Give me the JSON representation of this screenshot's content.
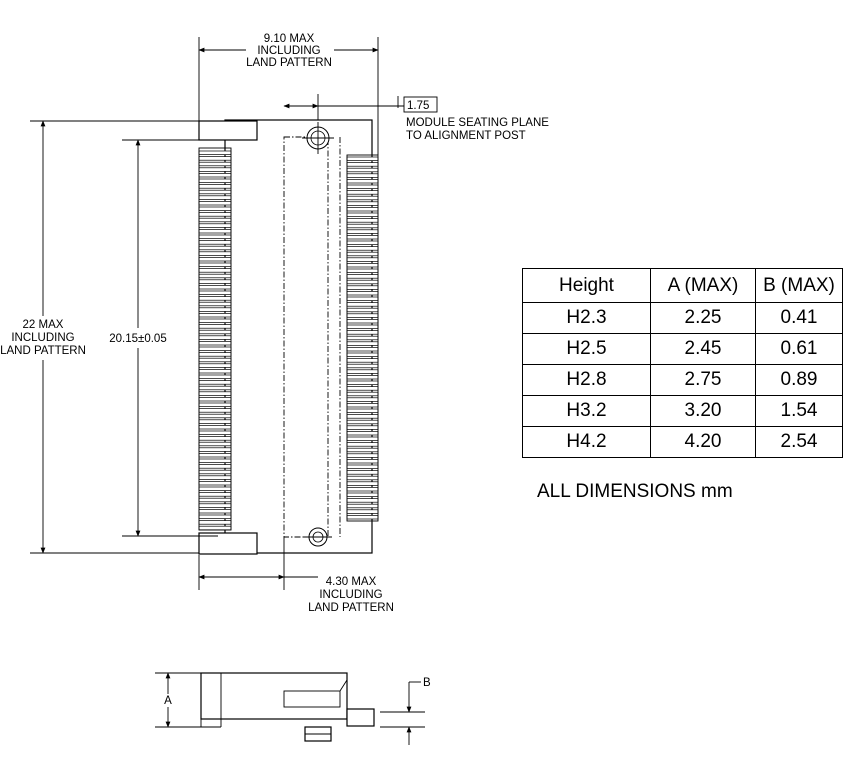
{
  "dimensions": {
    "width_max": [
      "9.10 MAX",
      "INCLUDING",
      "LAND PATTERN"
    ],
    "seating_value": "1.75",
    "seating_note": [
      "MODULE SEATING PLANE",
      "TO ALIGNMENT POST"
    ],
    "height_max": [
      "22 MAX",
      "INCLUDING",
      "LAND PATTERN"
    ],
    "pitch_span": "20.15±0.05",
    "land_width_max": [
      "4.30 MAX",
      "INCLUDING",
      "LAND PATTERN"
    ],
    "side_label_a": "A",
    "side_label_b": "B"
  },
  "table": {
    "headers": [
      "Height",
      "A (MAX)",
      "B (MAX)"
    ],
    "rows": [
      [
        "H2.3",
        "2.25",
        "0.41"
      ],
      [
        "H2.5",
        "2.45",
        "0.61"
      ],
      [
        "H2.8",
        "2.75",
        "0.89"
      ],
      [
        "H3.2",
        "3.20",
        "1.54"
      ],
      [
        "H4.2",
        "4.20",
        "2.54"
      ]
    ]
  },
  "units_note": "ALL DIMENSIONS mm"
}
